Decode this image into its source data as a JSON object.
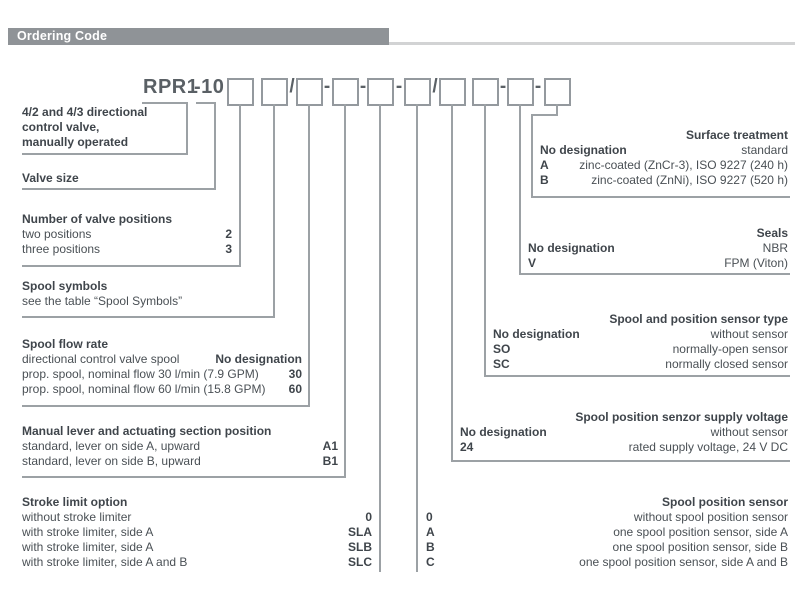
{
  "header": {
    "title": "Ordering Code"
  },
  "code_row": {
    "prefix": "RPR1",
    "size": "-10",
    "sep_slash": "/",
    "sep_dash": "-"
  },
  "left_sections": {
    "valve_type": {
      "line1": "4/2 and 4/3 directional",
      "line2": "control valve,",
      "line3": "manually operated"
    },
    "valve_size": {
      "title": "Valve size"
    },
    "positions": {
      "title": "Number of valve positions",
      "rows": [
        {
          "label": "two positions",
          "code": "2"
        },
        {
          "label": "three positions",
          "code": "3"
        }
      ]
    },
    "spool_symbols": {
      "title": "Spool symbols",
      "subtitle": "see the table “Spool Symbols”"
    },
    "flow_rate": {
      "title": "Spool flow rate",
      "rows": [
        {
          "label": "directional control valve spool",
          "code": "No designation"
        },
        {
          "label": "prop. spool, nominal flow 30 l/min (7.9 GPM)",
          "code": "30"
        },
        {
          "label": "prop. spool, nominal flow 60 l/min (15.8 GPM)",
          "code": "60"
        }
      ]
    },
    "lever": {
      "title": "Manual lever and actuating section position",
      "rows": [
        {
          "label": "standard, lever on side A, upward",
          "code": "A1"
        },
        {
          "label": "standard, lever on side B, upward",
          "code": "B1"
        }
      ]
    },
    "stroke_limit": {
      "title": "Stroke limit option",
      "rows": [
        {
          "label": "without stroke limiter",
          "code": "0"
        },
        {
          "label": "with stroke limiter, side A",
          "code": "SLA"
        },
        {
          "label": "with stroke limiter, side A",
          "code": "SLB"
        },
        {
          "label": "with stroke limiter, side A and B",
          "code": "SLC"
        }
      ]
    }
  },
  "right_sections": {
    "surface_treatment": {
      "title": "Surface treatment",
      "rows": [
        {
          "code": "No designation",
          "label": "standard"
        },
        {
          "code": "A",
          "label": "zinc-coated (ZnCr-3), ISO 9227 (240 h)"
        },
        {
          "code": "B",
          "label": "zinc-coated (ZnNi), ISO 9227 (520 h)"
        }
      ]
    },
    "seals": {
      "title": "Seals",
      "rows": [
        {
          "code": "No designation",
          "label": "NBR"
        },
        {
          "code": "V",
          "label": "FPM (Viton)"
        }
      ]
    },
    "sensor_type": {
      "title": "Spool and position sensor type",
      "rows": [
        {
          "code": "No designation",
          "label": "without sensor"
        },
        {
          "code": "SO",
          "label": "normally-open sensor"
        },
        {
          "code": "SC",
          "label": "normally closed sensor"
        }
      ]
    },
    "sensor_voltage": {
      "title": "Spool position senzor supply voltage",
      "rows": [
        {
          "code": "No designation",
          "label": "without sensor"
        },
        {
          "code": "24",
          "label": "rated supply voltage, 24 V DC"
        }
      ]
    },
    "position_sensor": {
      "title": "Spool position sensor",
      "rows": [
        {
          "code": "0",
          "label": "without spool position sensor"
        },
        {
          "code": "A",
          "label": "one spool position sensor, side A"
        },
        {
          "code": "B",
          "label": "one spool position sensor, side B"
        },
        {
          "code": "C",
          "label": "one spool position sensor, side A and B"
        }
      ]
    }
  },
  "colors": {
    "header_bar": "#8f9397",
    "connector_line": "#9ca1a5",
    "text": "#4a5055"
  }
}
